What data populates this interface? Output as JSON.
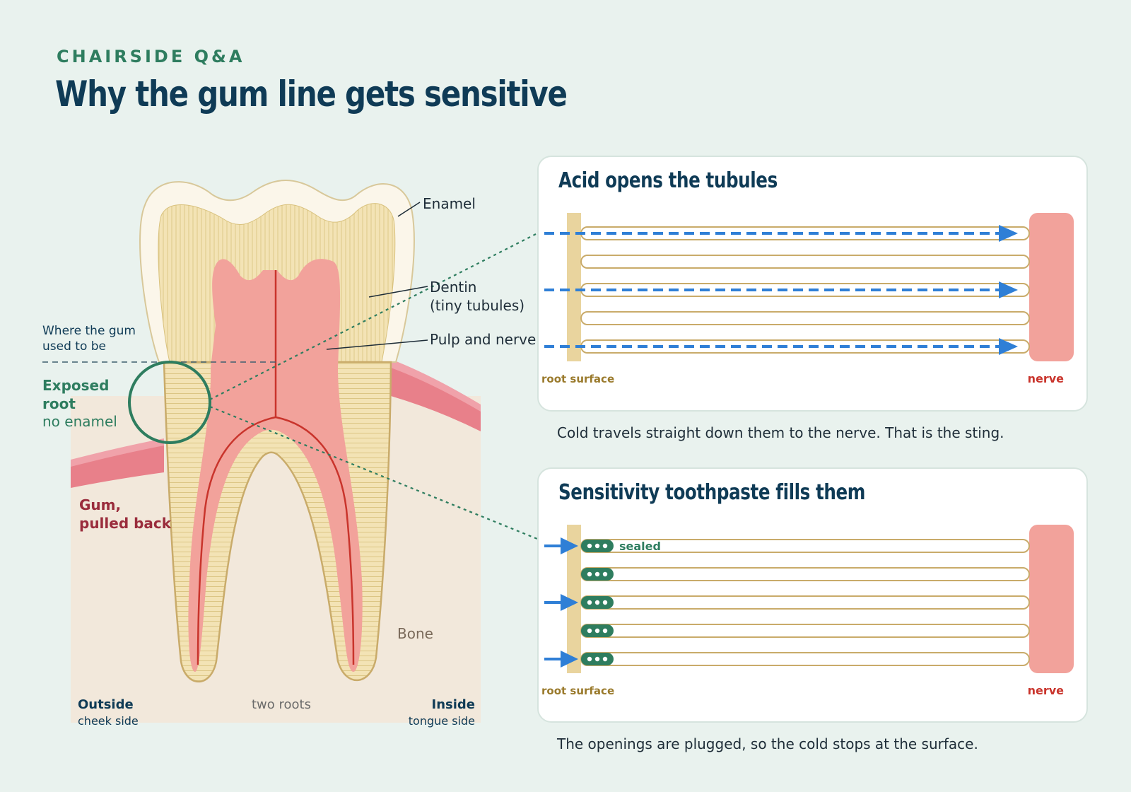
{
  "header": {
    "kicker": "CHAIRSIDE Q&A",
    "title": "Why the gum line gets sensitive"
  },
  "tooth": {
    "enamel": "Enamel",
    "dentin_line1": "Dentin",
    "dentin_line2": "(tiny tubules)",
    "pulp": "Pulp and nerve",
    "gum_line_1": "Where the gum",
    "gum_line_2": "used to be",
    "exposed_1": "Exposed",
    "exposed_2": "root",
    "exposed_3": "no enamel",
    "gum_label_1": "Gum,",
    "gum_label_2": "pulled back",
    "bone": "Bone",
    "two_roots": "two roots",
    "outside": "Outside",
    "outside_sub": "cheek side",
    "inside": "Inside",
    "inside_sub": "tongue side"
  },
  "panel1": {
    "title": "Acid opens the tubules",
    "surface_label": "root surface",
    "nerve_label": "nerve",
    "caption": "Cold travels straight down them to the nerve. That is the sting."
  },
  "panel2": {
    "title": "Sensitivity toothpaste fills them",
    "surface_label": "root surface",
    "nerve_label": "nerve",
    "sealed_label": "sealed",
    "caption": "The openings are plugged, so the cold stops at the surface."
  },
  "colors": {
    "enamel": "#fbf6ea",
    "dentin": "#f3e3b5",
    "pulp": "#f2a29b",
    "nerve_line": "#c9342c",
    "gum": "#e8808a",
    "bone": "#f2e8db",
    "accent_green": "#2e7d5f",
    "arrow_blue": "#2f7fd6",
    "navy": "#0f3b56"
  }
}
